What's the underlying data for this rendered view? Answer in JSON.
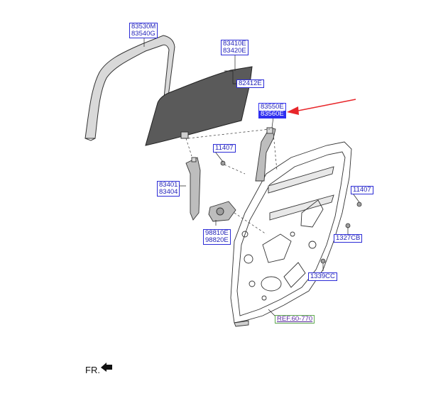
{
  "labels": {
    "l83530": {
      "line1": "83530M",
      "line2": "83540G"
    },
    "l83410": {
      "line1": "83410E",
      "line2": "83420E"
    },
    "l82412": {
      "line1": "82412E"
    },
    "l83550": {
      "line1": "83550E",
      "line2": "83560E"
    },
    "l11407a": {
      "line1": "11407"
    },
    "l83401": {
      "line1": "83401",
      "line2": "83404"
    },
    "l11407b": {
      "line1": "11407"
    },
    "l98810": {
      "line1": "98810E",
      "line2": "98820E"
    },
    "l1327": {
      "line1": "1327CB"
    },
    "l1339": {
      "line1": "1339CC"
    },
    "lref": {
      "line1": "REF.60-770"
    }
  },
  "front_marker": {
    "text": "FR."
  },
  "colors": {
    "label_border": "#2b2bd6",
    "label_text": "#1f1fb8",
    "highlight": "#2f2ff0",
    "pointer_arrow": "#e8262a",
    "ref_border": "#5fa84f"
  },
  "icons": {
    "front": "arrow-icon"
  }
}
